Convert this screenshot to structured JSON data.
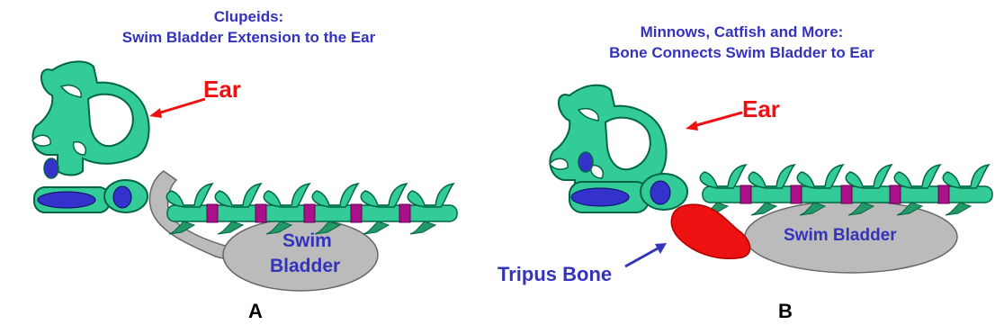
{
  "panel_a": {
    "title_line1": "Clupeids:",
    "title_line2": "Swim Bladder Extension to the Ear",
    "ear_label": "Ear",
    "swim_bladder_line1": "Swim",
    "swim_bladder_line2": "Bladder",
    "letter": "A"
  },
  "panel_b": {
    "title_line1": "Minnows, Catfish and More:",
    "title_line2": "Bone Connects Swim Bladder to Ear",
    "ear_label": "Ear",
    "swim_bladder_label": "Swim Bladder",
    "tripus_label": "Tripus Bone",
    "letter": "B"
  },
  "colors": {
    "bone_green": "#33cc99",
    "outline": "#006644",
    "vertebra_pink": "#aa1188",
    "ear_blue": "#3333cc",
    "bladder_gray": "#bbbbbb",
    "tripus_red": "#ee1111",
    "label_red": "#ee1111",
    "label_blue": "#3333bb"
  }
}
